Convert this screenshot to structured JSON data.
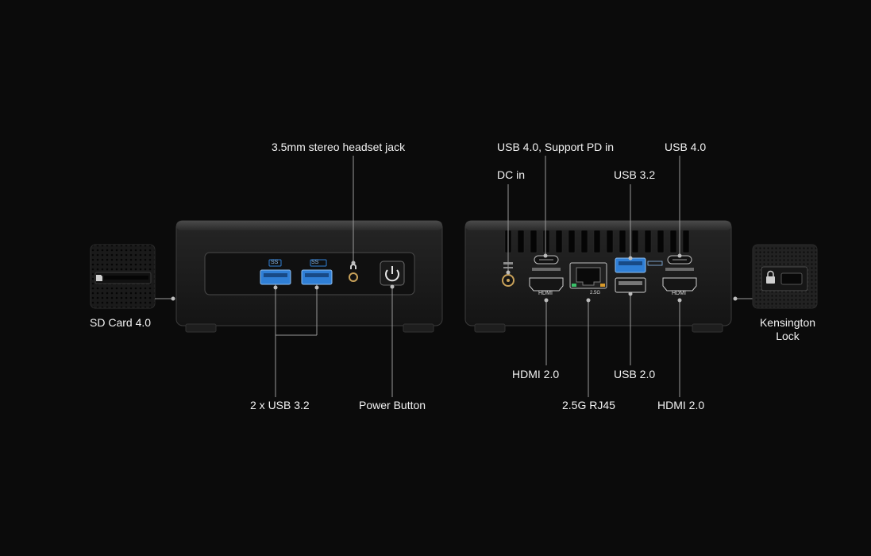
{
  "labels": {
    "headset_jack": "3.5mm stereo headset jack",
    "usb4_pd": "USB 4.0, Support PD in",
    "usb4": "USB 4.0",
    "dc_in": "DC in",
    "usb32_top": "USB 3.2",
    "sd_card": "SD Card 4.0",
    "kensington_line1": "Kensington",
    "kensington_line2": "Lock",
    "hdmi_left": "HDMI 2.0",
    "usb20": "USB 2.0",
    "usb32_pair": "2 x USB 3.2",
    "power_button": "Power Button",
    "rj45": "2.5G RJ45",
    "hdmi_right": "HDMI 2.0"
  },
  "port_marks": {
    "hdmi": "HDMI",
    "ss": "SS",
    "rj45_speed": "2.5G"
  },
  "colors": {
    "page_bg": "#0b0b0b",
    "stage_bg": "#000000",
    "device_body": "#1b1b1b",
    "usb3_blue": "#2f7fd6",
    "leader_line": "#9a9a9a"
  },
  "icons": [
    "power-icon",
    "headphone-icon",
    "sd-card-icon",
    "lock-icon",
    "usb-icon"
  ]
}
